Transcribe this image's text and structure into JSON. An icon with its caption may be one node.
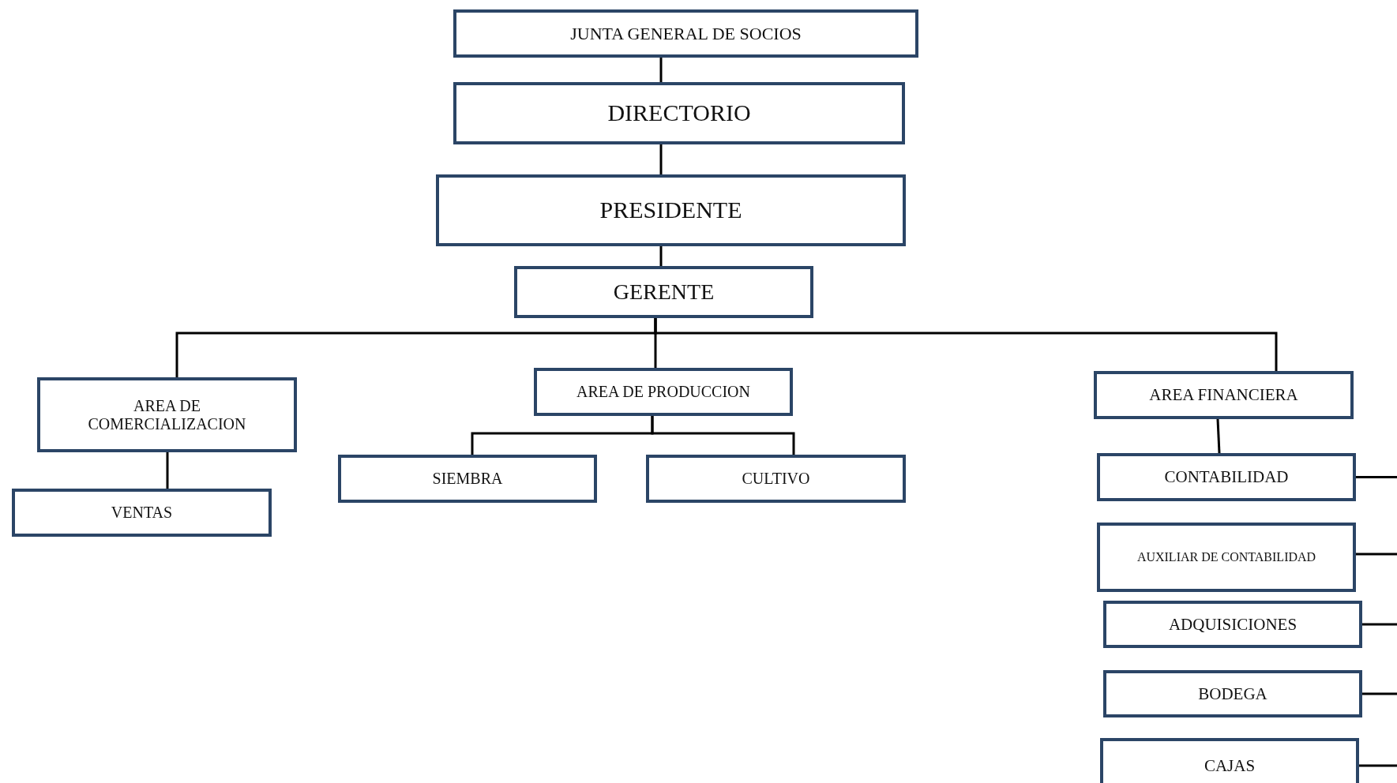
{
  "diagram": {
    "nodes": [
      {
        "text": [
          "JUNTA GENERAL DE SOCIOS"
        ]
      },
      {
        "text": [
          "DIRECTORIO"
        ]
      },
      {
        "text": [
          "PRESIDENTE"
        ]
      },
      {
        "text": [
          "GERENTE"
        ]
      },
      {
        "text": [
          "AREA DE COMERCIALIZACION"
        ]
      },
      {
        "text": [
          "VENTAS"
        ]
      },
      {
        "text": [
          "AREA DE PRODUCCION"
        ]
      },
      {
        "text": [
          "SIEMBRA"
        ]
      },
      {
        "text": [
          "CULTIVO"
        ]
      },
      {
        "text": [
          "AREA FINANCIERA"
        ]
      },
      {
        "text": [
          "CONTABILIDAD"
        ]
      },
      {
        "text": [
          "AUXILIAR DE CONTABILIDAD"
        ]
      },
      {
        "text": [
          "ADQUISICIONES"
        ]
      },
      {
        "text": [
          "BODEGA"
        ]
      },
      {
        "text": [
          "CAJAS"
        ]
      }
    ],
    "edges": [
      {
        "from": 0,
        "to": 1,
        "arrow": "none"
      },
      {
        "from": 1,
        "to": 2,
        "arrow": "none"
      },
      {
        "from": 2,
        "to": 3,
        "arrow": "none"
      },
      {
        "from": 3,
        "to": 4,
        "arrow": "none"
      },
      {
        "from": 3,
        "to": 6,
        "arrow": "none"
      },
      {
        "from": 3,
        "to": 9,
        "arrow": "none"
      },
      {
        "from": 4,
        "to": 5,
        "arrow": "none"
      },
      {
        "from": 6,
        "to": 7,
        "arrow": "none"
      },
      {
        "from": 6,
        "to": 8,
        "arrow": "none"
      },
      {
        "from": 9,
        "to": 10,
        "arrow": "none"
      },
      {
        "from": 10,
        "to": null,
        "arrow": "none"
      },
      {
        "from": 11,
        "to": null,
        "arrow": "none"
      },
      {
        "from": 12,
        "to": null,
        "arrow": "none"
      },
      {
        "from": 13,
        "to": null,
        "arrow": "none"
      },
      {
        "from": 14,
        "to": null,
        "arrow": "none"
      }
    ]
  }
}
